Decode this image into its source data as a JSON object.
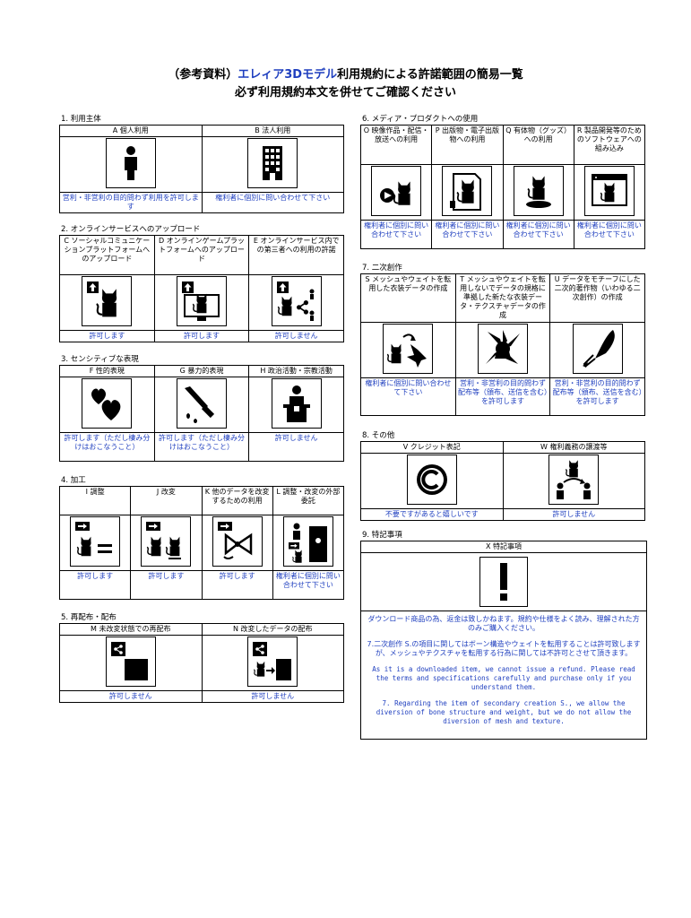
{
  "title": {
    "prefix": "（参考資料）",
    "highlight": "エレィア3Dモデル",
    "suffix": "利用規約による許諾範囲の簡易一覧",
    "line2": "必ず利用規約本文を併せてご確認ください"
  },
  "s1": {
    "label": "1. 利用主体",
    "cols": [
      {
        "head": "A 個人利用",
        "icon": "person-icon",
        "ans": "営利・非営利の目的問わず利用を許可します"
      },
      {
        "head": "B 法人利用",
        "icon": "office-building-icon",
        "ans": "権利者に個別に問い合わせて下さい"
      }
    ]
  },
  "s2": {
    "label": "2. オンラインサービスへのアップロード",
    "cols": [
      {
        "head": "C ソーシャルコミュニケーションプラットフォームへのアップロード",
        "icon": "upload-cat-icon",
        "ans": "許可します"
      },
      {
        "head": "D オンラインゲームプラットフォームへのアップロード",
        "icon": "upload-cat-monitor-icon",
        "ans": "許可します"
      },
      {
        "head": "E オンラインサービス内での第三者への利用の許諾",
        "icon": "upload-share-icon",
        "ans": "許可しません"
      }
    ]
  },
  "s3": {
    "label": "3. センシティブな表現",
    "cols": [
      {
        "head": "F 性的表現",
        "icon": "hearts-icon",
        "ans": "許可します（ただし棲み分けはおこなうこと）"
      },
      {
        "head": "G 暴力的表現",
        "icon": "knife-icon",
        "ans": "許可します（ただし棲み分けはおこなうこと）"
      },
      {
        "head": "H 政治活動・宗教活動",
        "icon": "speaker-podium-icon",
        "ans": "許可しません"
      }
    ]
  },
  "s4": {
    "label": "4. 加工",
    "cols": [
      {
        "head": "I 調整",
        "icon": "adjust-cat-icon",
        "ans": "許可します"
      },
      {
        "head": "J 改変",
        "icon": "modify-cat-icon",
        "ans": "許可します"
      },
      {
        "head": "K 他のデータを改変するための利用",
        "icon": "bow-icon",
        "ans": "許可します"
      },
      {
        "head": "L 調整・改変の外部委託",
        "icon": "outsource-icon",
        "ans": "権利者に個別に問い合わせて下さい"
      }
    ]
  },
  "s5": {
    "label": "5. 再配布・配布",
    "cols": [
      {
        "head": "M 未改変状態での再配布",
        "icon": "share-cat-icon",
        "ans": "許可しません"
      },
      {
        "head": "N 改変したデータの配布",
        "icon": "share-modified-cat-icon",
        "ans": "許可しません"
      }
    ]
  },
  "s6": {
    "label": "6. メディア・プロダクトへの使用",
    "cols": [
      {
        "head": "O 映像作品・配信・放送への利用",
        "icon": "video-cat-icon",
        "ans": "権利者に個別に問い合わせて下さい"
      },
      {
        "head": "P 出版物・電子出版物への利用",
        "icon": "publication-cat-icon",
        "ans": "権利者に個別に問い合わせて下さい"
      },
      {
        "head": "Q 有体物（グッズ）への利用",
        "icon": "goods-cat-icon",
        "ans": "権利者に個別に問い合わせて下さい"
      },
      {
        "head": "R 製品開発等のためのソフトウェアへの組み込み",
        "icon": "software-cat-icon",
        "ans": "権利者に個別に問い合わせて下さい"
      }
    ]
  },
  "s7": {
    "label": "7. 二次創作",
    "cols": [
      {
        "head": "S メッシュやウェイトを転用した衣装データの作成",
        "icon": "mesh-transfer-icon",
        "ans": "権利者に個別に問い合わせて下さい"
      },
      {
        "head": "T メッシュやウェイトを転用しないでデータの規格に準拠した新たな衣装データ・テクスチャデータの作成",
        "icon": "new-costume-icon",
        "ans": "営利・非営利の目的問わず配布等（頒布、送信を含む）を許可します"
      },
      {
        "head": "U データをモチーフにした二次的著作物（いわゆる二次創作）の作成",
        "icon": "pen-icon",
        "ans": "営利・非営利の目的問わず配布等（頒布、送信を含む）を許可します"
      }
    ]
  },
  "s8": {
    "label": "8. その他",
    "cols": [
      {
        "head": "V クレジット表記",
        "icon": "copyright-icon",
        "ans": "不要ですがあると嬉しいです"
      },
      {
        "head": "W 権利義務の譲渡等",
        "icon": "transfer-rights-icon",
        "ans": "許可しません"
      }
    ]
  },
  "s9": {
    "label": "9. 特記事項",
    "head": "X 特記事項",
    "icon": "exclamation-icon",
    "jp1": "ダウンロード商品の為、返金は致しかねます。規約や仕様をよく読み、理解された方のみご購入ください。",
    "jp2": "7.二次創作 S.の項目に関してはボーン構造やウェイトを転用することは許可致しますが、メッシュやテクスチャを転用する行為に関しては不許可とさせて頂きます。",
    "en1": "As it is a downloaded item, we cannot issue a refund. Please read the terms and specifications carefully and purchase only if you understand them.",
    "en2": "7. Regarding the item of secondary creation S., we allow the diversion of bone structure and weight, but we do not allow the diversion of mesh and texture."
  }
}
